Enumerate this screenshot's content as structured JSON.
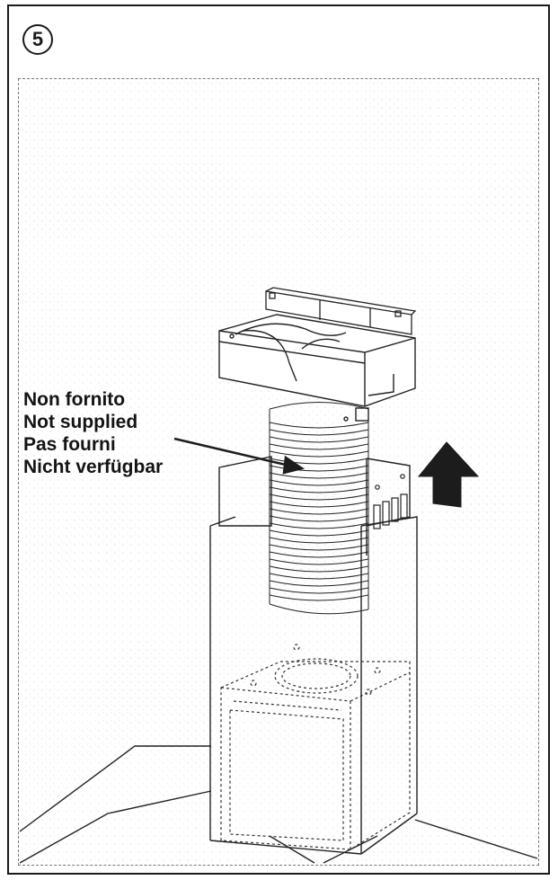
{
  "step": {
    "number": "5"
  },
  "callout": {
    "lines": [
      "Non fornito",
      "Not supplied",
      "Pas fourni",
      "Nicht verfügbar"
    ]
  },
  "colors": {
    "line": "#222222",
    "arrow": "#1c1c1c",
    "background": "#ffffff"
  }
}
